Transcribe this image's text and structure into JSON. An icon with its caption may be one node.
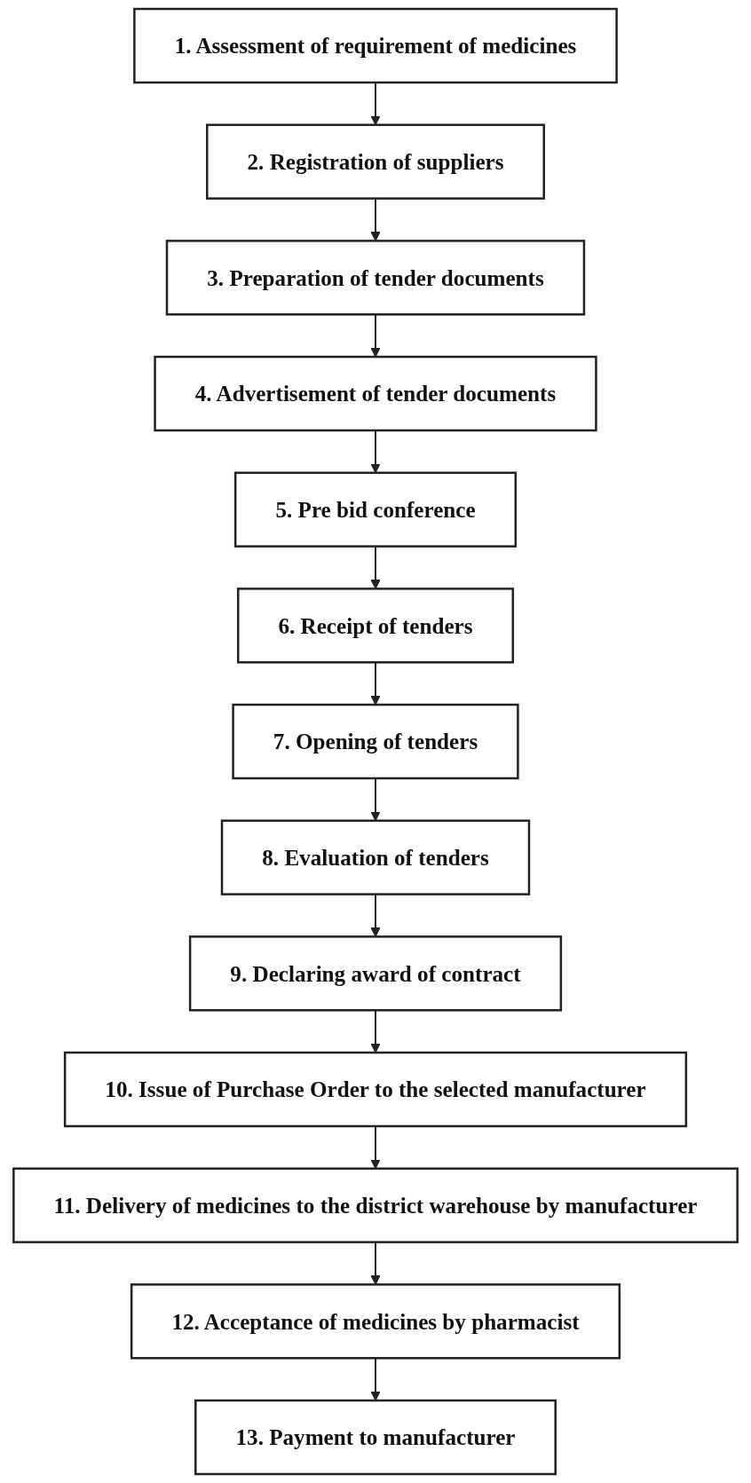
{
  "diagram": {
    "nodes": [
      {
        "text": [
          "1. Assessment of requirement of medicines"
        ]
      },
      {
        "text": [
          "2. Registration of suppliers"
        ]
      },
      {
        "text": [
          "3. Preparation of tender documents"
        ]
      },
      {
        "text": [
          "4. Advertisement of tender documents"
        ]
      },
      {
        "text": [
          "5. Pre bid conference"
        ]
      },
      {
        "text": [
          "6. Receipt of tenders"
        ]
      },
      {
        "text": [
          "7. Opening of tenders"
        ]
      },
      {
        "text": [
          "8. Evaluation of tenders"
        ]
      },
      {
        "text": [
          "9. Declaring award of contract"
        ]
      },
      {
        "text": [
          "10. Issue of Purchase Order to the selected manufacturer"
        ]
      },
      {
        "text": [
          "11. Delivery of medicines to the district warehouse by manufacturer"
        ]
      },
      {
        "text": [
          "12. Acceptance of medicines by pharmacist"
        ]
      },
      {
        "text": [
          "13. Payment to manufacturer"
        ]
      }
    ],
    "edges": [
      {
        "from": 0,
        "to": 1,
        "arrow": "to"
      },
      {
        "from": 1,
        "to": 2,
        "arrow": "to"
      },
      {
        "from": 2,
        "to": 3,
        "arrow": "to"
      },
      {
        "from": 3,
        "to": 4,
        "arrow": "to"
      },
      {
        "from": 4,
        "to": 5,
        "arrow": "to"
      },
      {
        "from": 5,
        "to": 6,
        "arrow": "to"
      },
      {
        "from": 6,
        "to": 7,
        "arrow": "to"
      },
      {
        "from": 7,
        "to": 8,
        "arrow": "to"
      },
      {
        "from": 8,
        "to": 9,
        "arrow": "to"
      },
      {
        "from": 9,
        "to": 10,
        "arrow": "to"
      },
      {
        "from": 10,
        "to": 11,
        "arrow": "to"
      },
      {
        "from": 11,
        "to": 12,
        "arrow": "to"
      }
    ]
  }
}
